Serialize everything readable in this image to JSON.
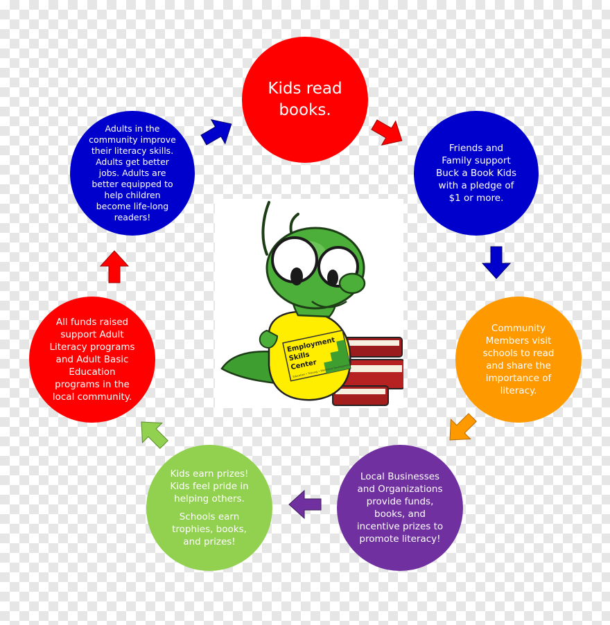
{
  "nodes": {
    "kids_read": {
      "text": "Kids read\nbooks.",
      "color": "#ff0000"
    },
    "friends_family": {
      "text": "Friends and\nFamily support\nBuck a Book Kids\nwith a pledge of\n$1 or more.",
      "color": "#0000cc"
    },
    "community_members": {
      "text": "Community\nMembers visit\nschools to read\nand share the\nimportance of\nliteracy.",
      "color": "#ff9900"
    },
    "local_businesses": {
      "text": "Local Businesses\nand Organizations\nprovide funds,\nbooks, and\nincentive prizes to\npromote literacy!",
      "color": "#7030a0"
    },
    "kids_earn": {
      "text": "Kids earn prizes!\nKids feel pride in\nhelping others.",
      "text2": "Schools earn\ntrophies, books,\nand prizes!",
      "color": "#92d050"
    },
    "all_funds": {
      "text": "All funds raised\nsupport Adult\nLiteracy programs\nand Adult Basic\nEducation\nprograms in the\nlocal community.",
      "color": "#ff0000"
    },
    "adults": {
      "text": "Adults in the\ncommunity improve\ntheir literacy skills.\nAdults get better\njobs. Adults are\nbetter equipped to\nhelp children\nbecome life-long\nreaders!",
      "color": "#0000cc"
    }
  },
  "arrows": {
    "red": "#ff0000",
    "blue": "#0000cc",
    "orange": "#ff9900",
    "purple": "#7030a0",
    "green": "#92d050"
  },
  "logo": {
    "line1": "Employment",
    "line2": "Skills",
    "line3": "Center",
    "tagline": "Education • Training • Workforce Development",
    "shirt_color": "#ffee00",
    "body_color": "#4caf3a"
  }
}
